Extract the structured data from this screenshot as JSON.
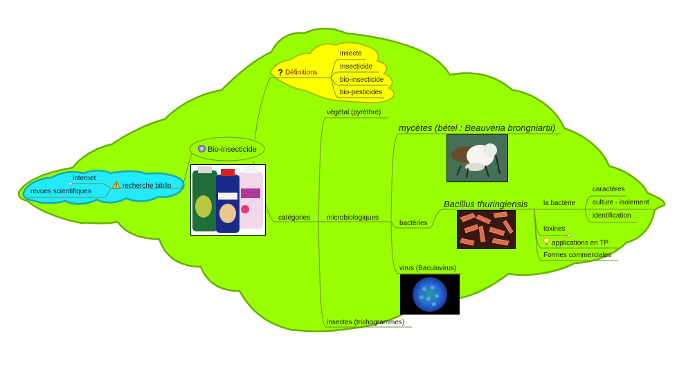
{
  "colors": {
    "main_cloud_fill": "#99ff00",
    "main_cloud_stroke": "#66b000",
    "def_cloud_fill": "#ffff00",
    "def_cloud_stroke": "#a0b800",
    "biblio_cloud_fill": "#22ebff",
    "biblio_cloud_stroke": "#14a8b8",
    "branch_line": "#6f8f3a",
    "definitions_text": "#8b1a00"
  },
  "central": {
    "label": "Bio-insecticide",
    "icon": "central-topic-icon",
    "image": "bio-insecticide-products-image"
  },
  "definitions": {
    "label": "Définitions",
    "icon": "question-mark-icon",
    "children": [
      "insecte",
      "Insecticide",
      "bio-insecticide",
      "bio-pesticides"
    ]
  },
  "biblio": {
    "label": "recherche biblio",
    "icon": "warning-icon",
    "children": [
      "internet",
      "revues scientifiques"
    ]
  },
  "categories": {
    "label": "catégories",
    "children": {
      "vegetal": "végétal (pyrèthre)",
      "microbiologiques": "microbiologiques",
      "insectes": "insectes (trichogrammes)"
    }
  },
  "microbio": {
    "mycetes": {
      "label": "mycètes (bétel : Beauveria brongniartii)",
      "image": "beauveria-infected-insect-image"
    },
    "bacteries": {
      "label": "bactéries"
    },
    "bt": {
      "label": "Bacillus thuringiensis",
      "image": "bacillus-micrograph-image"
    },
    "virus": {
      "label": "virus (Baculovirus)",
      "image": "baculovirus-image"
    }
  },
  "bt_children": {
    "la_bacterie": "la bactérie",
    "bacterie_children": [
      "caractères",
      "culture - isolement",
      "identification"
    ],
    "toxines": "toxines",
    "applications": {
      "label": "applications en TP",
      "icon": "lightbulb-icon"
    },
    "formes": "Formes commerciales"
  }
}
